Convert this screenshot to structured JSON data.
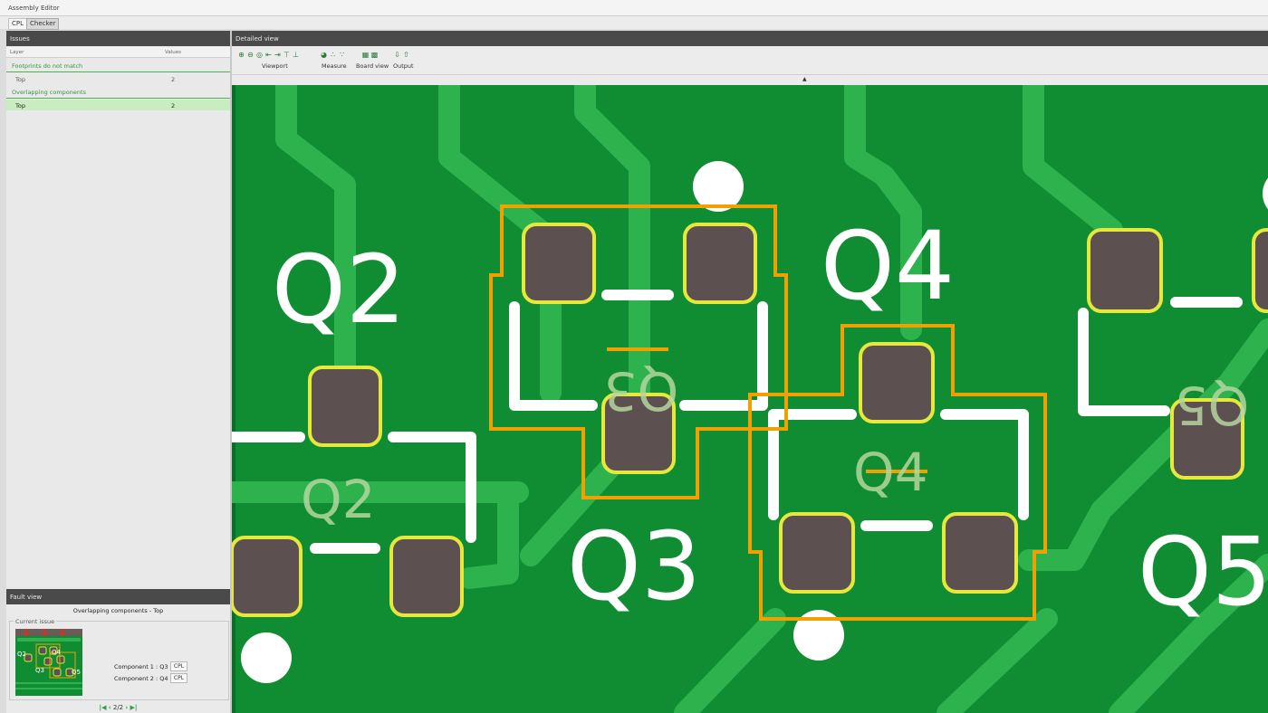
{
  "window": {
    "title": "Assembly Editor"
  },
  "tabs": [
    {
      "label": "CPL",
      "active": false
    },
    {
      "label": "Checker",
      "active": true
    }
  ],
  "issues_panel": {
    "title": "Issues",
    "columns": {
      "layer": "Layer",
      "values": "Values"
    },
    "groups": [
      {
        "label": "Footprints do not match",
        "rows": [
          {
            "layer": "Top",
            "value": "2",
            "selected": false
          }
        ]
      },
      {
        "label": "Overlapping components",
        "rows": [
          {
            "layer": "Top",
            "value": "2",
            "selected": true
          }
        ]
      }
    ]
  },
  "fault_view": {
    "title": "Fault view",
    "subtitle": "Overlapping components - Top",
    "current_issue_label": "Current issue",
    "components": [
      {
        "label": "Component 1 : Q3",
        "button": "CPL"
      },
      {
        "label": "Component 2 : Q4",
        "button": "CPL"
      }
    ],
    "thumbnail_labels": [
      "Q2",
      "Q3",
      "Q4",
      "Q5"
    ],
    "pager": {
      "text": "2/2"
    }
  },
  "detailed_view": {
    "title": "Detailed view",
    "toolbar": [
      {
        "label": "Viewport",
        "icons": [
          "zoom-in-icon",
          "zoom-out-icon",
          "zoom-fit-icon",
          "align-left-icon",
          "align-right-icon",
          "align-top-icon",
          "align-bottom-icon"
        ]
      },
      {
        "label": "Measure",
        "icons": [
          "measure-icon",
          "measure-grid-icon"
        ]
      },
      {
        "label": "Board view",
        "icons": [
          "board-top-icon",
          "board-bottom-icon"
        ]
      },
      {
        "label": "Output",
        "icons": [
          "export-icon",
          "export-alt-icon"
        ]
      }
    ],
    "board": {
      "silkscreen_labels": [
        "Q2",
        "Q3",
        "Q4",
        "Q5"
      ],
      "component_labels": [
        "Q2",
        "Q3",
        "Q4",
        "Q5"
      ]
    }
  },
  "colors": {
    "board_green": "#108d33",
    "trace_green": "#2db24d",
    "pad_fill": "#5c5050",
    "pad_outline": "#e6e83c",
    "overlap_outline": "#f0a000",
    "selection_green": "#c9ecc1",
    "header_dark": "#4a4a4a"
  }
}
